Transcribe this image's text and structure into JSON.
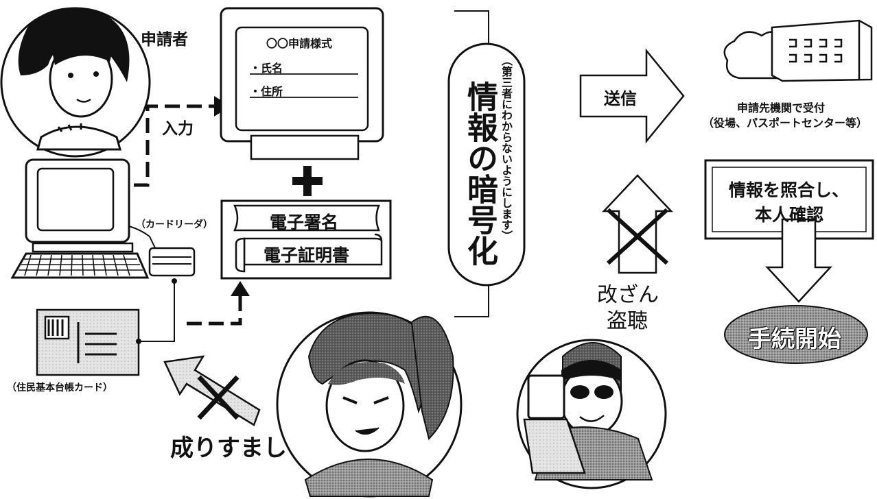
{
  "applicant_label": "申請者",
  "form": {
    "title": "〇〇申請様式",
    "field_name": "・氏名",
    "field_address": "・住所"
  },
  "input_label": "入力",
  "plus_sign": "+",
  "signature": {
    "electronic_signature": "電子署名",
    "electronic_certificate": "電子証明書"
  },
  "card_reader_label": "（カードリーダ）",
  "resident_card_label": "（住民基本台帳カード）",
  "impersonation_label": "成りすまし",
  "encryption": {
    "title": "情報の暗号化",
    "note": "（第三者にわからないようにします）"
  },
  "send_label": "送信",
  "tampering_label": "改ざん",
  "eavesdropping_label": "盗聴",
  "receiver": {
    "title": "申請先機関で受付",
    "subtitle": "（役場、パスポートセンター等）"
  },
  "verify": {
    "line1": "情報を照合し、",
    "line2": "本人確認"
  },
  "start_label": "手続開始"
}
